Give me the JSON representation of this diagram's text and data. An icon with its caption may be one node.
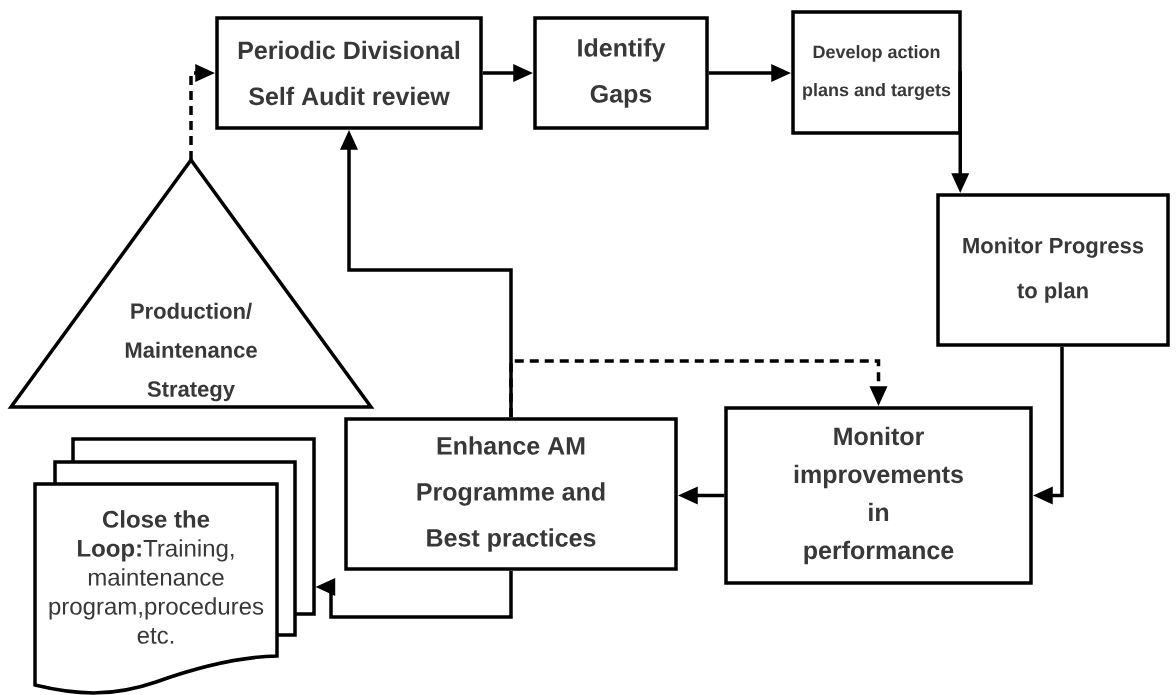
{
  "diagram": {
    "nodes": [
      {
        "text": [
          "Periodic Divisional Self Audit review"
        ]
      },
      {
        "text": [
          "Identify Gaps"
        ]
      },
      {
        "text": [
          "Develop action plans and targets"
        ]
      },
      {
        "text": [
          "Monitor Progress to plan"
        ]
      },
      {
        "text": [
          "Monitor improvements in performance"
        ]
      },
      {
        "text": [
          "Enhance AM Programme and Best practices"
        ]
      },
      {
        "text": [
          "Production/ Maintenance Strategy"
        ]
      },
      {
        "text": [
          "**Close the Loop:**Training, maintenance program,procedures etc."
        ]
      }
    ],
    "edges": [
      {
        "from": 6,
        "to": 0,
        "arrow": "to",
        "style": "dashed"
      },
      {
        "from": 0,
        "to": 1,
        "arrow": "to"
      },
      {
        "from": 1,
        "to": 2,
        "arrow": "to"
      },
      {
        "from": 2,
        "to": 3,
        "arrow": "to"
      },
      {
        "from": 3,
        "to": 4,
        "arrow": "to"
      },
      {
        "from": 4,
        "to": 5,
        "arrow": "to"
      },
      {
        "from": 5,
        "to": 0,
        "arrow": "to"
      },
      {
        "from": 5,
        "to": 4,
        "arrow": "to",
        "style": "dashed"
      },
      {
        "from": 5,
        "to": 7,
        "arrow": "to"
      }
    ]
  }
}
